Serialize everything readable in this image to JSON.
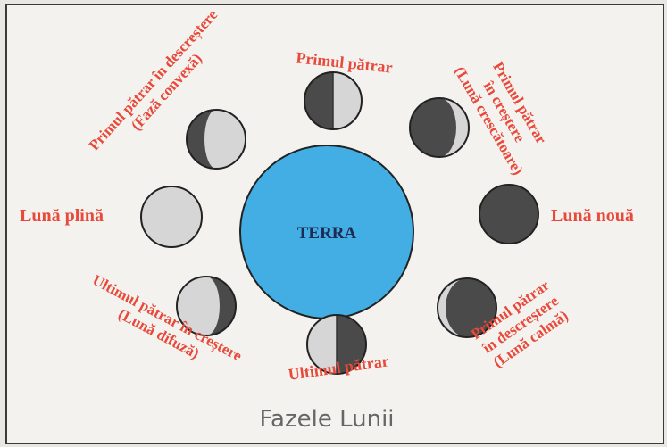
{
  "colors": {
    "label": "#e8493a",
    "earth": "#43aee3",
    "moon_light": "#d6d6d6",
    "moon_dark": "#4a4a4a",
    "title": "#666666"
  },
  "center": {
    "label": "TERRA"
  },
  "title": "Fazele Lunii",
  "labels": {
    "primul_patrar_top": "Primul pătrar",
    "crestere_1": "Primul pătrar",
    "crestere_2": "în creștere",
    "crestere_3": "(Lună crescătoare)",
    "luna_noua": "Lună nouă",
    "descrestere_r1": "Primul pătrar",
    "descrestere_r2": "în descreștere",
    "descrestere_r3": "(Lună calmă)",
    "ultimul_patrar": "Ultimul pătrar",
    "ultimul_crestere_1": "Ultimul pătrar în creștere",
    "ultimul_crestere_2": "(Lună difuză)",
    "luna_plina": "Lună plină",
    "convexa_1": "Primul pătrar în descreștere",
    "convexa_2": "(Fază convexă)"
  },
  "phases": [
    {
      "id": "top",
      "icon": "half-moon-right-dark-icon"
    },
    {
      "id": "upper-right",
      "icon": "crescent-moon-icon"
    },
    {
      "id": "right",
      "icon": "new-moon-icon"
    },
    {
      "id": "lower-right",
      "icon": "crescent-moon-left-icon"
    },
    {
      "id": "bottom",
      "icon": "half-moon-right-dark-icon"
    },
    {
      "id": "lower-left",
      "icon": "gibbous-moon-icon"
    },
    {
      "id": "left",
      "icon": "full-moon-icon"
    },
    {
      "id": "upper-left",
      "icon": "gibbous-moon-icon"
    }
  ]
}
